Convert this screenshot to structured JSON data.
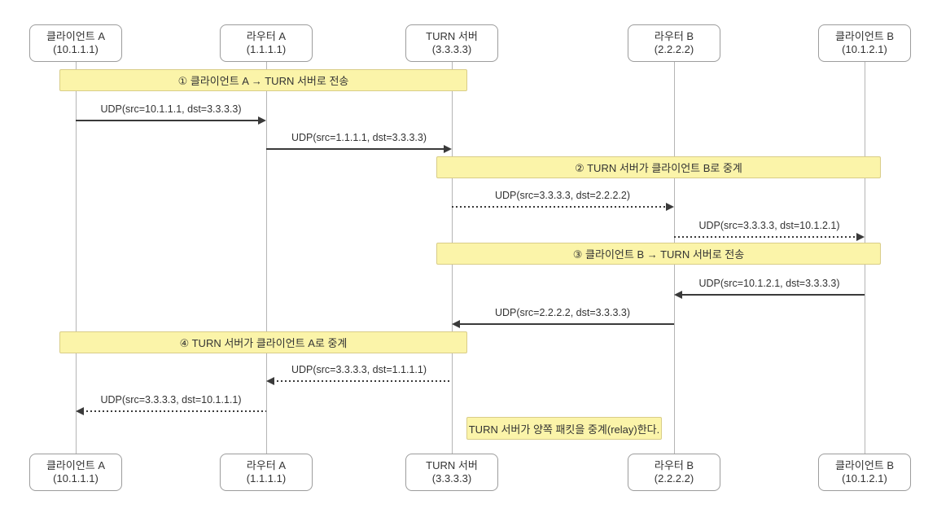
{
  "diagram": {
    "type": "sequence",
    "participants": [
      {
        "name": "클라이언트 A",
        "address": "(10.1.1.1)"
      },
      {
        "name": "라우터 A",
        "address": "(1.1.1.1)"
      },
      {
        "name": "TURN 서버",
        "address": "(3.3.3.3)"
      },
      {
        "name": "라우터 B",
        "address": "(2.2.2.2)"
      },
      {
        "name": "클라이언트 B",
        "address": "(10.1.2.1)"
      }
    ],
    "notes": [
      {
        "label": "① 클라이언트 A → TURN 서버로 전송",
        "over": [
          "클라이언트 A",
          "TURN 서버"
        ]
      },
      {
        "label": "② TURN 서버가 클라이언트 B로 중계",
        "over": [
          "TURN 서버",
          "클라이언트 B"
        ]
      },
      {
        "label": "③ 클라이언트 B → TURN 서버로 전송",
        "over": [
          "TURN 서버",
          "클라이언트 B"
        ]
      },
      {
        "label": "④ TURN 서버가 클라이언트 A로 중계",
        "over": [
          "클라이언트 A",
          "TURN 서버"
        ]
      },
      {
        "label": "TURN 서버가 양쪽 패킷을 중계(relay)한다.",
        "over": [
          "TURN 서버"
        ]
      }
    ],
    "messages": [
      {
        "label": "UDP(src=10.1.1.1, dst=3.3.3.3)",
        "from": "클라이언트 A",
        "to": "라우터 A",
        "line": "solid"
      },
      {
        "label": "UDP(src=1.1.1.1, dst=3.3.3.3)",
        "from": "라우터 A",
        "to": "TURN 서버",
        "line": "solid"
      },
      {
        "label": "UDP(src=3.3.3.3, dst=2.2.2.2)",
        "from": "TURN 서버",
        "to": "라우터 B",
        "line": "dotted"
      },
      {
        "label": "UDP(src=3.3.3.3, dst=10.1.2.1)",
        "from": "라우터 B",
        "to": "클라이언트 B",
        "line": "dotted"
      },
      {
        "label": "UDP(src=10.1.2.1, dst=3.3.3.3)",
        "from": "클라이언트 B",
        "to": "라우터 B",
        "line": "solid"
      },
      {
        "label": "UDP(src=2.2.2.2, dst=3.3.3.3)",
        "from": "라우터 B",
        "to": "TURN 서버",
        "line": "solid"
      },
      {
        "label": "UDP(src=3.3.3.3, dst=1.1.1.1)",
        "from": "TURN 서버",
        "to": "라우터 A",
        "line": "dotted"
      },
      {
        "label": "UDP(src=3.3.3.3, dst=10.1.1.1)",
        "from": "라우터 A",
        "to": "클라이언트 A",
        "line": "dotted"
      }
    ]
  },
  "colors": {
    "note_fill": "#fbf4a9",
    "note_border": "#d9cd88",
    "arrow": "#3a3a3a",
    "lifeline": "#b5b5b5",
    "box_border": "#9e9e9e",
    "text": "#333333",
    "bg": "#ffffff"
  }
}
